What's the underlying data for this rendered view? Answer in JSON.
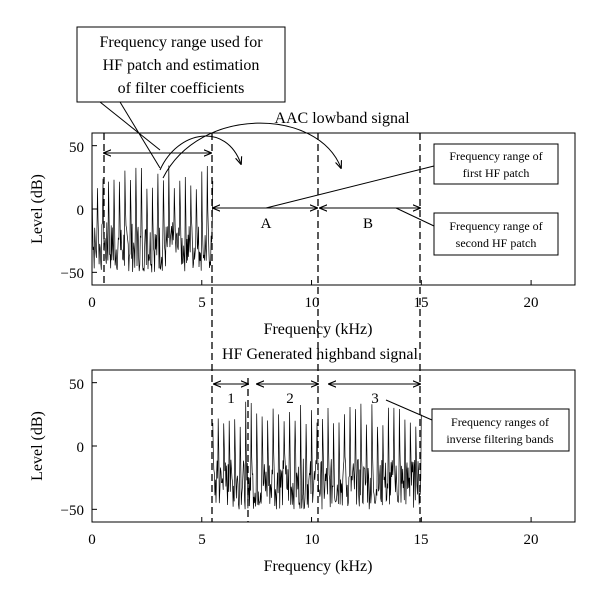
{
  "top_panel": {
    "title": "AAC lowband signal",
    "ylabel": "Level (dB)",
    "xlabel": "Frequency (kHz)",
    "x_ticks": [
      "0",
      "5",
      "10",
      "15",
      "20"
    ],
    "y_ticks": [
      "50",
      "0",
      "−50"
    ],
    "xlim": [
      0,
      22
    ],
    "ylim": [
      -60,
      60
    ],
    "patch_labels": [
      "A",
      "B"
    ],
    "boundaries_khz": [
      0.5,
      5.5,
      10.3,
      15
    ],
    "arrows": [
      {
        "label": "",
        "from_khz": 0.5,
        "to_khz": 5.5,
        "level_db": 45
      },
      {
        "label": "A",
        "from_khz": 5.5,
        "to_khz": 10.3,
        "level_db": 0
      },
      {
        "label": "B",
        "from_khz": 10.3,
        "to_khz": 15,
        "level_db": 0
      }
    ]
  },
  "bottom_panel": {
    "title": "HF Generated highband signal",
    "ylabel": "Level (dB)",
    "xlabel": "Frequency (kHz)",
    "x_ticks": [
      "0",
      "5",
      "10",
      "15",
      "20"
    ],
    "y_ticks": [
      "50",
      "0",
      "−50"
    ],
    "xlim": [
      0,
      22
    ],
    "ylim": [
      -60,
      60
    ],
    "band_labels": [
      "1",
      "2",
      "3"
    ],
    "boundaries_khz": [
      5.5,
      7,
      10.3,
      15
    ],
    "arrows": [
      {
        "label": "1",
        "from_khz": 5.5,
        "to_khz": 7
      },
      {
        "label": "2",
        "from_khz": 7.4,
        "to_khz": 10.3
      },
      {
        "label": "3",
        "from_khz": 10.9,
        "to_khz": 15
      }
    ]
  },
  "annotations": {
    "freq_range_box": [
      "Frequency range used for",
      "HF patch and estimation",
      "of filter coefficients"
    ],
    "first_patch_box": [
      "Frequency range of",
      "first HF patch"
    ],
    "second_patch_box": [
      "Frequency range of",
      "second HF patch"
    ],
    "inverse_filter_box": [
      "Frequency ranges of",
      "inverse filtering bands"
    ]
  },
  "colors": {
    "line": "#000000",
    "background": "#ffffff"
  }
}
